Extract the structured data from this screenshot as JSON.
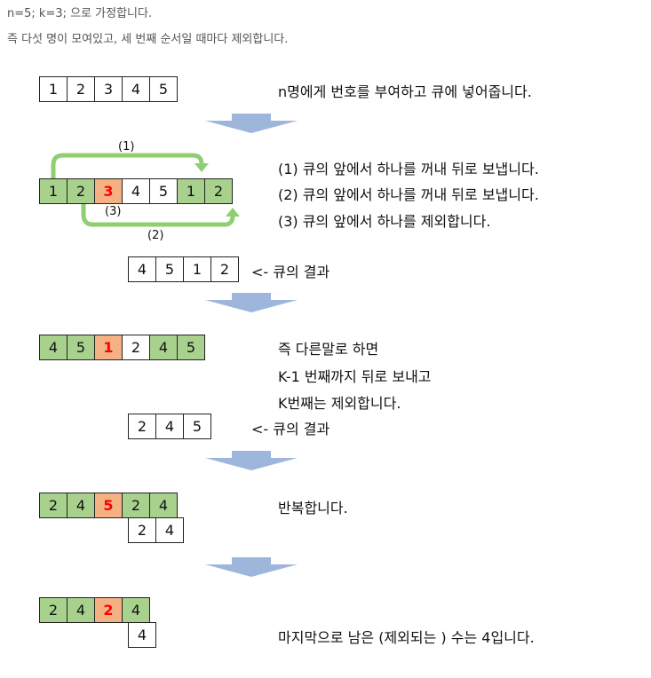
{
  "intro": {
    "line1": "n=5; k=3; 으로 가정합니다.",
    "line2": "즉 다섯 명이 모여있고, 세 번째 순서일 때마다 제외합니다."
  },
  "colors": {
    "green": "#a9d18e",
    "orange": "#f4b183",
    "arrow_fill": "#9eb6db",
    "curve": "#8fcf72",
    "highlight_text": "#ff0000"
  },
  "step1": {
    "cells": [
      "1",
      "2",
      "3",
      "4",
      "5"
    ],
    "desc": "n명에게 번호를 부여하고 큐에 넣어줍니다."
  },
  "step2": {
    "cells": [
      "1",
      "2",
      "3",
      "4",
      "5",
      "1",
      "2"
    ],
    "label_1": "(1)",
    "label_2": "(2)",
    "label_3": "(3)",
    "desc_1": "(1) 큐의 앞에서 하나를 꺼내 뒤로 보냅니다.",
    "desc_2": "(2) 큐의 앞에서 하나를 꺼내 뒤로 보냅니다.",
    "desc_3": "(3) 큐의 앞에서 하나를 제외합니다.",
    "result_cells": [
      "4",
      "5",
      "1",
      "2"
    ],
    "result_label": "<- 큐의 결과"
  },
  "step3": {
    "cells": [
      "4",
      "5",
      "1",
      "2",
      "4",
      "5"
    ],
    "desc_1": "즉 다른말로 하면",
    "desc_2": "K-1 번째까지 뒤로 보내고",
    "desc_3": "K번째는 제외합니다.",
    "result_cells": [
      "2",
      "4",
      "5"
    ],
    "result_label": "<- 큐의 결과"
  },
  "step4": {
    "cells": [
      "2",
      "4",
      "5",
      "2",
      "4"
    ],
    "result_cells": [
      "2",
      "4"
    ],
    "desc": "반복합니다."
  },
  "step5": {
    "cells": [
      "2",
      "4",
      "2",
      "4"
    ],
    "result_cells": [
      "4"
    ],
    "desc": "마지막으로 남은 (제외되는 ) 수는 4입니다."
  }
}
